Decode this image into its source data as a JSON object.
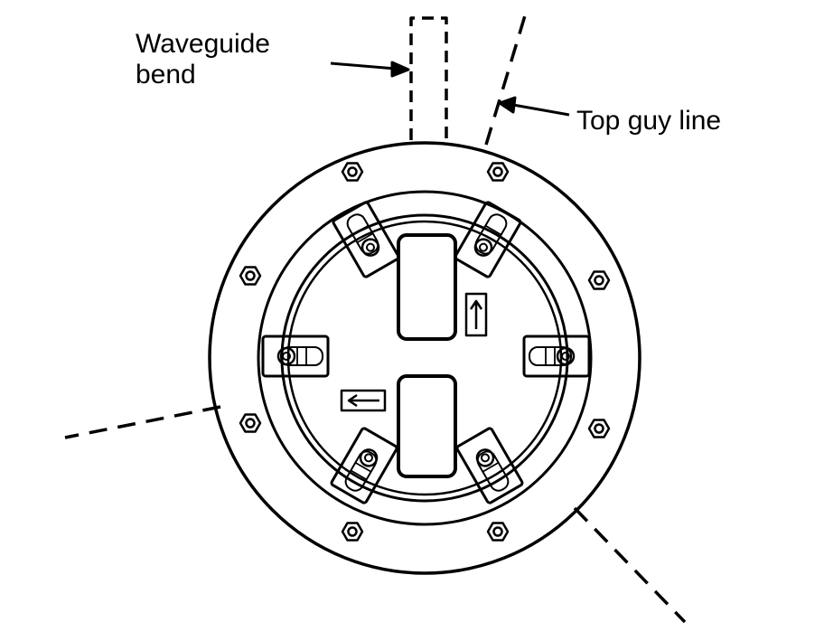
{
  "labels": {
    "waveguide_bend_line1": "Waveguide",
    "waveguide_bend_line2": "bend",
    "top_guy_line": "Top guy line"
  },
  "colors": {
    "ink": "#000000",
    "paper": "#ffffff"
  }
}
